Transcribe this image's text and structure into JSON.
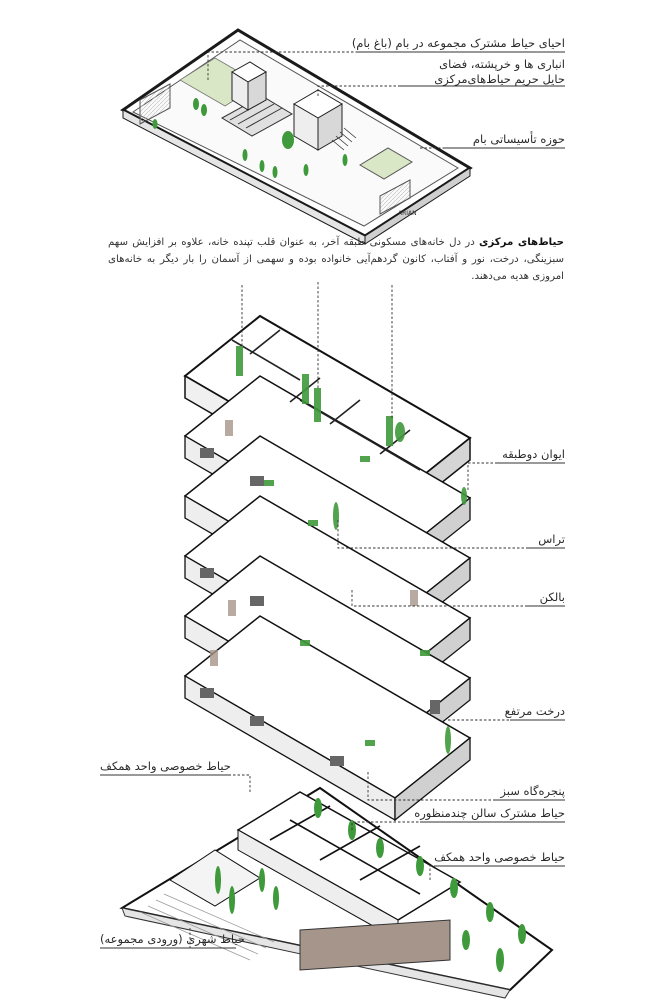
{
  "labels": {
    "roof_garden": "احیای حیاط مشترک مجموعه در بام (باغ بام)",
    "storage_line1": "انباری ها و خرپشته، فضای",
    "storage_line2": "حایل حریم حیاط‌های‌مرکزی",
    "roof_facilities": "حوزه تأسیساتی بام",
    "double_iwan": "ایوان دوطبقه",
    "terrace": "تراس",
    "balcony": "بالکن",
    "tall_tree": "درخت مرتفع",
    "private_yard_ground": "حیاط خصوصی واحد همکف",
    "green_window": "پنجره‌گاه سبز",
    "multi_view_hall_yard": "حیاط مشترک سالن چندمنظوره",
    "private_yard_ground_2": "حیاط خصوصی واحد همکف",
    "urban_yard": "حیاط شهری (ورودی مجموعه)"
  },
  "paragraph": {
    "title": "حیاط‌های مرکزی",
    "body": " در دل خانه‌های مسکونی طبقه آخر، به عنوان قلب تپنده خانه، علاوه بر افزایش سهم سبزینگی، درخت، نور و آفتاب، کانون گردهم‌آیی خانواده بوده و سهمی از آسمان را بار دیگر به خانه‌های امروزی هدیه می‌دهند."
  },
  "signage": {
    "building_sign": "ARIAN"
  },
  "colors": {
    "line": "#1a1a1a",
    "green": "#3f9a3b",
    "light_green": "#d9e7c6",
    "grey": "#8a8a8a",
    "wall_brown": "#a6958a"
  }
}
